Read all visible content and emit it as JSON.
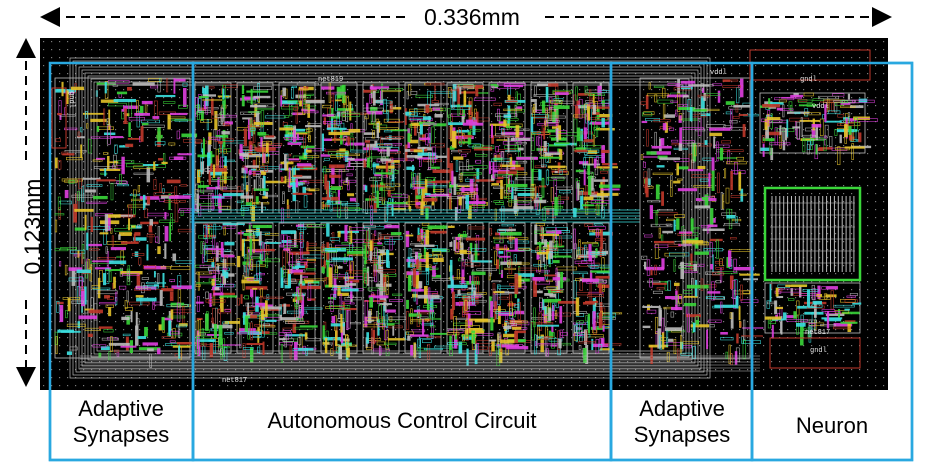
{
  "dimensions": {
    "width_label": "0.336mm",
    "height_label": "0.123mm"
  },
  "regions": {
    "synapses_left": {
      "line1": "Adaptive",
      "line2": "Synapses"
    },
    "control": {
      "label": "Autonomous Control Circuit"
    },
    "synapses_right": {
      "line1": "Adaptive",
      "line2": "Synapses"
    },
    "neuron": {
      "label": "Neuron"
    }
  },
  "layout_labels": {
    "gndl_top": "gndl",
    "vddl_top": "vddl",
    "net819": "net819",
    "net817": "net817",
    "gndl_left": "gndl",
    "vddl_right": "vddl",
    "gndl_right": "gndl",
    "net817_right": "net817"
  },
  "colors": {
    "frame_blue": "#29a8e0",
    "background": "#000000",
    "metal_green": "#3ad63a",
    "metal_magenta": "#e040e0",
    "poly_red": "#c0392b",
    "metal_yellow": "#e6c42a",
    "via_cyan": "#3ce0e0",
    "wire_gray": "#bdbdbd"
  }
}
